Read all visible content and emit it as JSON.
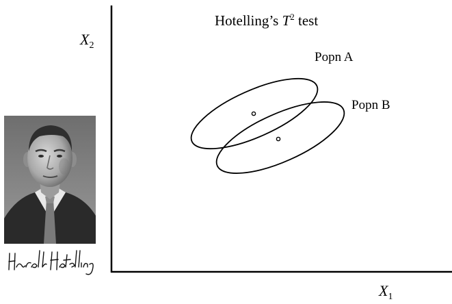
{
  "diagram": {
    "title_prefix": "Hotelling’s ",
    "title_var": "T",
    "title_sup": "2",
    "title_suffix": " test",
    "y_axis": {
      "var": "X",
      "sub": "2"
    },
    "x_axis": {
      "var": "X",
      "sub": "1"
    },
    "populations": [
      {
        "label": "Popn A"
      },
      {
        "label": "Popn B"
      }
    ]
  },
  "portrait": {
    "signature_text": "Harold Hotelling"
  },
  "colors": {
    "ink": "#000000",
    "background": "#ffffff"
  }
}
